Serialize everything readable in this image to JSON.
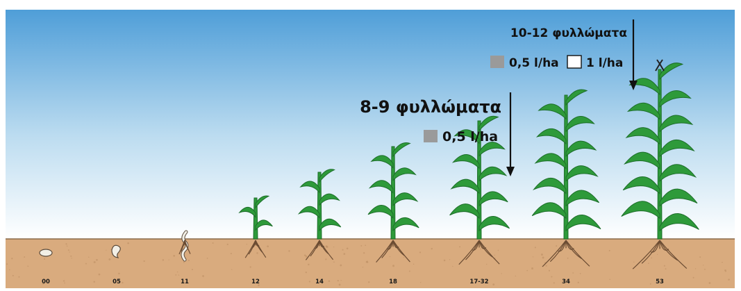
{
  "colors": {
    "sky_top": "#4f9ed8",
    "sky_bottom": "#ffffff",
    "soil": "#d9ab7e",
    "soil_line": "#8a6a4a",
    "leaf": "#2e9a3a",
    "leaf_dark": "#1d6e2a",
    "root": "#6b4c33",
    "seed": "#f2efe6",
    "swatch_gray": "#9a9a9a",
    "swatch_white": "#ffffff"
  },
  "stages": [
    {
      "code": "00",
      "kind": "seed",
      "leaves": 0
    },
    {
      "code": "05",
      "kind": "germinating",
      "leaves": 0
    },
    {
      "code": "11",
      "kind": "sprout",
      "leaves": 0
    },
    {
      "code": "12",
      "kind": "plant",
      "leaves": 2
    },
    {
      "code": "14",
      "kind": "plant",
      "leaves": 4
    },
    {
      "code": "18",
      "kind": "plant",
      "leaves": 6
    },
    {
      "code": "17-32",
      "kind": "plant",
      "leaves": 8
    },
    {
      "code": "34",
      "kind": "plant",
      "leaves": 10
    },
    {
      "code": "53",
      "kind": "plant",
      "leaves": 12,
      "tassel": true
    }
  ],
  "annotations": [
    {
      "title": "8-9 φυλλώματα",
      "doses": [
        {
          "swatch": "gray",
          "text": "0,5 l/ha"
        }
      ],
      "target_stage": "17-32"
    },
    {
      "title": "10-12 φυλλώματα",
      "doses": [
        {
          "swatch": "gray",
          "text": "0,5 l/ha"
        },
        {
          "swatch": "white",
          "text": "1 l/ha"
        }
      ],
      "target_stage": "53"
    }
  ]
}
